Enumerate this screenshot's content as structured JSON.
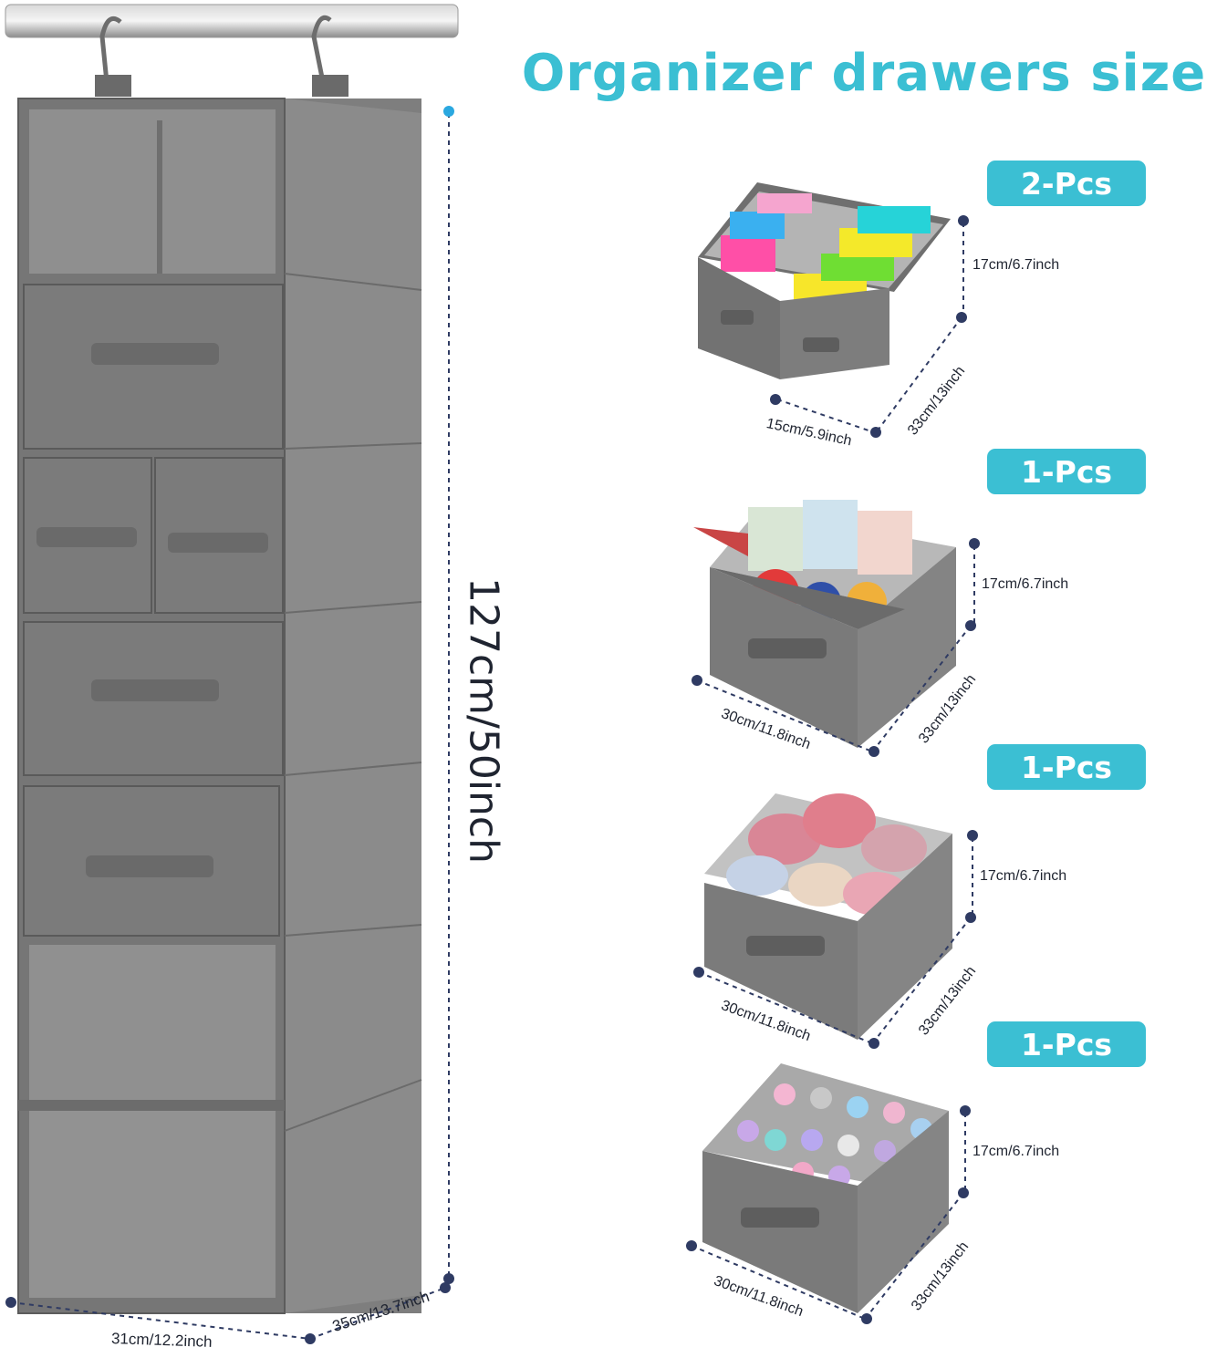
{
  "title": "Organizer drawers size",
  "colors": {
    "accent": "#3bbfd3",
    "dim_line": "#2f3b63",
    "fabric": "#7a7a7a",
    "fabric_dark": "#5f5f5f",
    "fabric_light": "#8a8a8a"
  },
  "organizer": {
    "height_label": "127cm/50inch",
    "width_label": "31cm/12.2inch",
    "depth_label": "35cm/13.7inch"
  },
  "drawers": [
    {
      "badge": "2-Pcs",
      "height": "17cm/6.7inch",
      "depth": "33cm/13inch",
      "width": "15cm/5.9inch"
    },
    {
      "badge": "1-Pcs",
      "height": "17cm/6.7inch",
      "depth": "33cm/13inch",
      "width": "30cm/11.8inch"
    },
    {
      "badge": "1-Pcs",
      "height": "17cm/6.7inch",
      "depth": "33cm/13inch",
      "width": "30cm/11.8inch"
    },
    {
      "badge": "1-Pcs",
      "height": "17cm/6.7inch",
      "depth": "33cm/13inch",
      "width": "30cm/11.8inch"
    }
  ]
}
